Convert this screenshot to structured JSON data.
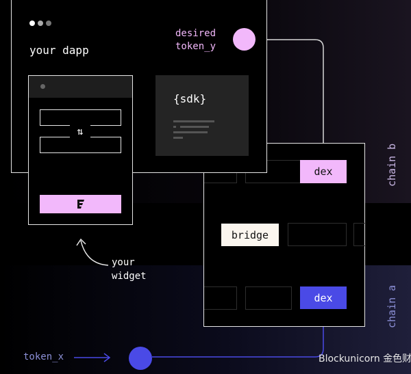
{
  "dapp": {
    "title": "your dapp"
  },
  "desired": {
    "line1": "desired",
    "line2": "token_y"
  },
  "sdk": {
    "label": "{sdk}"
  },
  "widget": {
    "callout_line1": "your",
    "callout_line2": "widget",
    "swap_icon": "swap-arrows-icon",
    "logo": "brand-logo-icon"
  },
  "route": {
    "dex_top": "dex",
    "bridge": "bridge",
    "dex_bottom": "dex"
  },
  "chains": {
    "b": "chain b",
    "a": "chain a"
  },
  "token_x": {
    "label": "token_x"
  },
  "watermark": {
    "text": "Blockunicorn 金色财经"
  },
  "colors": {
    "pink": "#f2b8fb",
    "blue": "#4a4ae6",
    "chain_b": "#c9b7e4",
    "chain_a": "#8b8fd6"
  }
}
